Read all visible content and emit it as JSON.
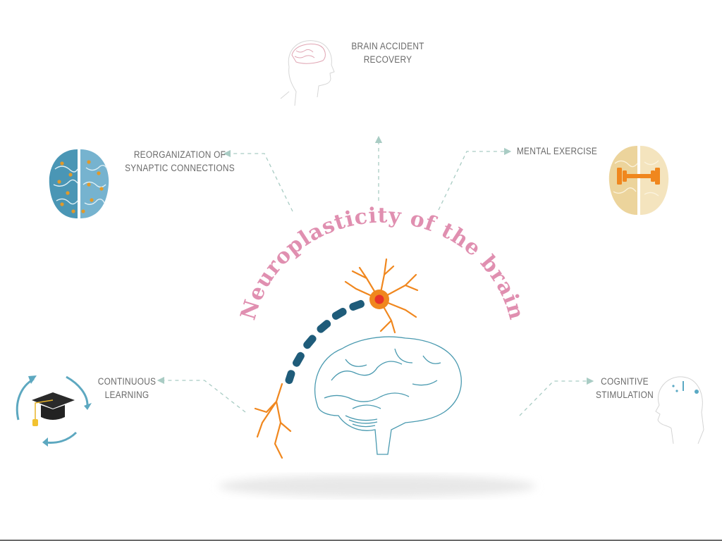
{
  "title": "Neuroplasticity of the brain",
  "colors": {
    "title": "#e08fb0",
    "arrow": "#a9ccc4",
    "label": "#6a6a6a",
    "neuron": "#f0871e",
    "axon": "#1f5c7a",
    "brain_outline": "#4a9ab0",
    "nucleus": "#e8332a"
  },
  "nodes": [
    {
      "id": "brain-accident-recovery",
      "lines": [
        "BRAIN ACCIDENT",
        "RECOVERY"
      ],
      "icon": "head-profile-brain-icon"
    },
    {
      "id": "reorganization",
      "lines": [
        "REORGANIZATION OF",
        "SYNAPTIC CONNECTIONS"
      ],
      "icon": "blue-brain-synapses-icon"
    },
    {
      "id": "mental-exercise",
      "lines": [
        "MENTAL EXERCISE"
      ],
      "icon": "brain-dumbbell-icon"
    },
    {
      "id": "continuous-learning",
      "lines": [
        "CONTINUOUS",
        "LEARNING"
      ],
      "icon": "graduation-cap-cycle-icon"
    },
    {
      "id": "cognitive-stimulation",
      "lines": [
        "COGNITIVE",
        "STIMULATION"
      ],
      "icon": "head-music-notes-icon"
    }
  ],
  "center": {
    "icons": [
      "neuron-icon",
      "brain-outline-icon"
    ]
  }
}
